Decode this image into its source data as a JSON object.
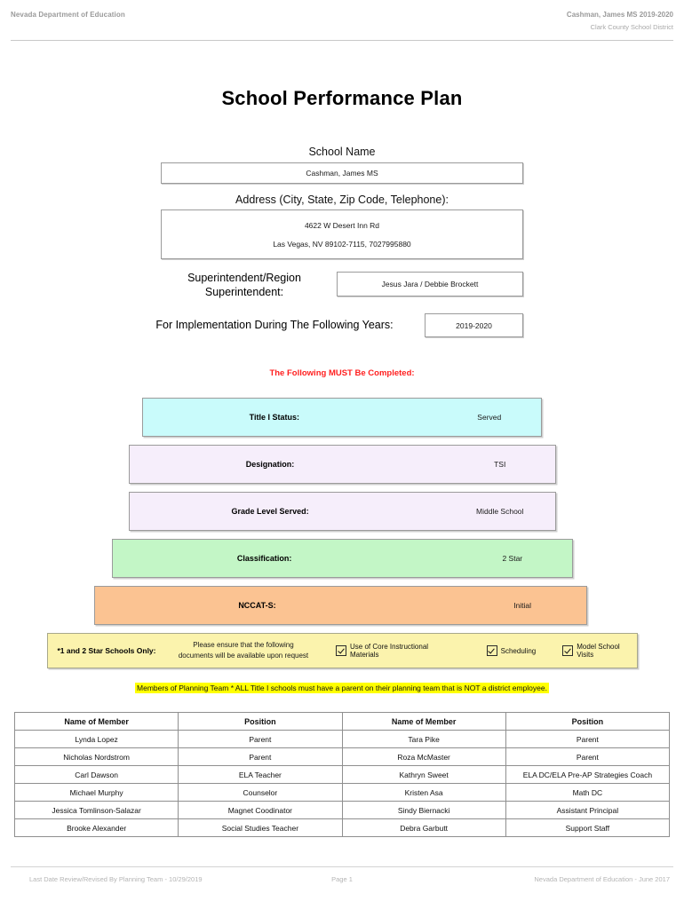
{
  "header": {
    "left": "Nevada Department of Education",
    "right_line1": "Cashman, James MS  2019-2020",
    "right_line2": "Clark County School District"
  },
  "title": "School Performance Plan",
  "fields": {
    "school_name_label": "School Name",
    "school_name_value": "Cashman, James MS",
    "address_label": "Address (City, State, Zip Code, Telephone):",
    "address_line1": "4622 W Desert Inn Rd",
    "address_line2": "Las Vegas, NV  89102-7115, 7027995880",
    "superintendent_label": "Superintendent/Region Superintendent:",
    "superintendent_value": "Jesus Jara / Debbie Brockett",
    "years_label": "For Implementation During The Following Years:",
    "years_value": "2019-2020"
  },
  "notice": {
    "text": "The Following MUST Be Completed:",
    "color": "#ff1f1f"
  },
  "status_bars": [
    {
      "label": "Title I Status:",
      "value": "Served",
      "color": "#c9fbfb"
    },
    {
      "label": "Designation:",
      "value": "TSI",
      "color": "#f6eefb"
    },
    {
      "label": "Grade Level Served:",
      "value": "Middle School",
      "color": "#f6eefb"
    },
    {
      "label": "Classification:",
      "value": "2 Star",
      "color": "#c3f6c6"
    },
    {
      "label": "NCCAT-S:",
      "value": "Initial",
      "color": "#fbc392"
    }
  ],
  "star_note": {
    "title": "*1 and 2 Star Schools Only:",
    "text_line1": "Please ensure that the following",
    "text_line2": "documents will be available upon request",
    "background": "#fbf3ad",
    "checkboxes": [
      {
        "label": "Use of Core Instructional Materials",
        "checked": true
      },
      {
        "label": "Scheduling",
        "checked": true
      },
      {
        "label": "Model School Visits",
        "checked": true
      }
    ]
  },
  "planning_banner": {
    "text": "Members of Planning Team * ALL Title I schools must have a parent on their planning team that is NOT a district employee.",
    "highlight": "#ffff00"
  },
  "members_table": {
    "columns": [
      "Name of Member",
      "Position",
      "Name of Member",
      "Position"
    ],
    "rows": [
      [
        "Lynda Lopez",
        "Parent",
        "Tara Pike",
        "Parent"
      ],
      [
        "Nicholas Nordstrom",
        "Parent",
        "Roza McMaster",
        "Parent"
      ],
      [
        "Carl Dawson",
        "ELA Teacher",
        "Kathryn Sweet",
        "ELA DC/ELA Pre-AP Strategies Coach"
      ],
      [
        "Michael Murphy",
        "Counselor",
        "Kristen Asa",
        "Math DC"
      ],
      [
        "Jessica Tomlinson-Salazar",
        "Magnet Coodinator",
        "Sindy Biernacki",
        "Assistant Principal"
      ],
      [
        "Brooke Alexander",
        "Social Studies Teacher",
        "Debra Garbutt",
        "Support Staff"
      ]
    ]
  },
  "footer": {
    "left": "Last Date Review/Revised By Planning Team - 10/29/2019",
    "center": "Page 1",
    "right": "Nevada Department of Education - June 2017"
  }
}
